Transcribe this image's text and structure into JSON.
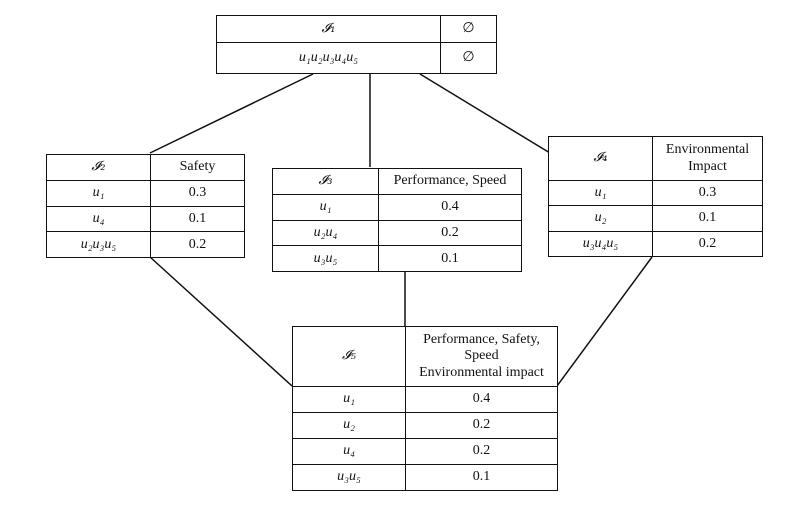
{
  "nodes": {
    "i1": {
      "header": "𝓘₁",
      "header_value": "∅",
      "rows": [
        {
          "elements": "u₁u₂u₃u₄u₅",
          "value": "∅"
        }
      ]
    },
    "i2": {
      "header": "𝓘₂",
      "header_value": "Safety",
      "rows": [
        {
          "elements": "u₁",
          "value": "0.3"
        },
        {
          "elements": "u₄",
          "value": "0.1"
        },
        {
          "elements": "u₂u₃u₅",
          "value": "0.2"
        }
      ]
    },
    "i3": {
      "header": "𝓘₃",
      "header_value": "Performance, Speed",
      "rows": [
        {
          "elements": "u₁",
          "value": "0.4"
        },
        {
          "elements": "u₂u₄",
          "value": "0.2"
        },
        {
          "elements": "u₃u₅",
          "value": "0.1"
        }
      ]
    },
    "i4": {
      "header": "𝓘₄",
      "header_value": "Environmental Impact",
      "rows": [
        {
          "elements": "u₁",
          "value": "0.3"
        },
        {
          "elements": "u₂",
          "value": "0.1"
        },
        {
          "elements": "u₃u₄u₅",
          "value": "0.2"
        }
      ]
    },
    "i5": {
      "header": "𝓘₅",
      "header_value_lines": [
        "Performance, Safety,",
        "Speed",
        "Environmental impact"
      ],
      "rows": [
        {
          "elements": "u₁",
          "value": "0.4"
        },
        {
          "elements": "u₂",
          "value": "0.2"
        },
        {
          "elements": "u₄",
          "value": "0.2"
        },
        {
          "elements": "u₃u₅",
          "value": "0.1"
        }
      ]
    }
  },
  "edges": [
    {
      "from": "i1",
      "to": "i2"
    },
    {
      "from": "i1",
      "to": "i3"
    },
    {
      "from": "i1",
      "to": "i4"
    },
    {
      "from": "i2",
      "to": "i5"
    },
    {
      "from": "i3",
      "to": "i5"
    },
    {
      "from": "i4",
      "to": "i5"
    }
  ]
}
